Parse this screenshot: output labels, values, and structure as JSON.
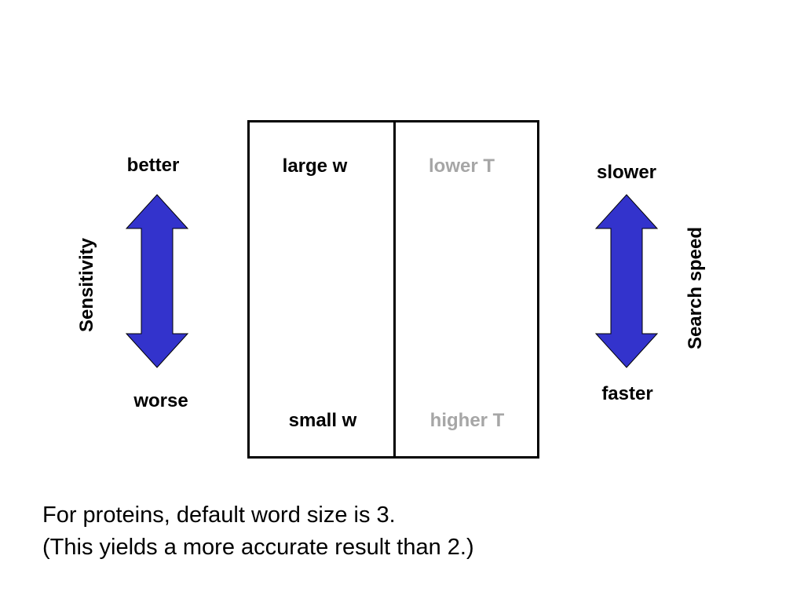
{
  "sensitivity": {
    "axis_label": "Sensitivity",
    "top_label": "better",
    "bottom_label": "worse"
  },
  "speed": {
    "axis_label": "Search speed",
    "top_label": "slower",
    "bottom_label": "faster"
  },
  "table": {
    "left_top": "large w",
    "left_bottom": "small w",
    "right_top": "lower T",
    "right_bottom": "higher T"
  },
  "note": {
    "line1": "For proteins, default word size is 3.",
    "line2": "(This yields a more accurate result than 2.)"
  },
  "colors": {
    "arrow_fill": "#3333cc",
    "muted_text": "#a6a6a6"
  },
  "icons": {
    "left_arrow": "double-headed-vertical-arrow-icon",
    "right_arrow": "double-headed-vertical-arrow-icon"
  }
}
